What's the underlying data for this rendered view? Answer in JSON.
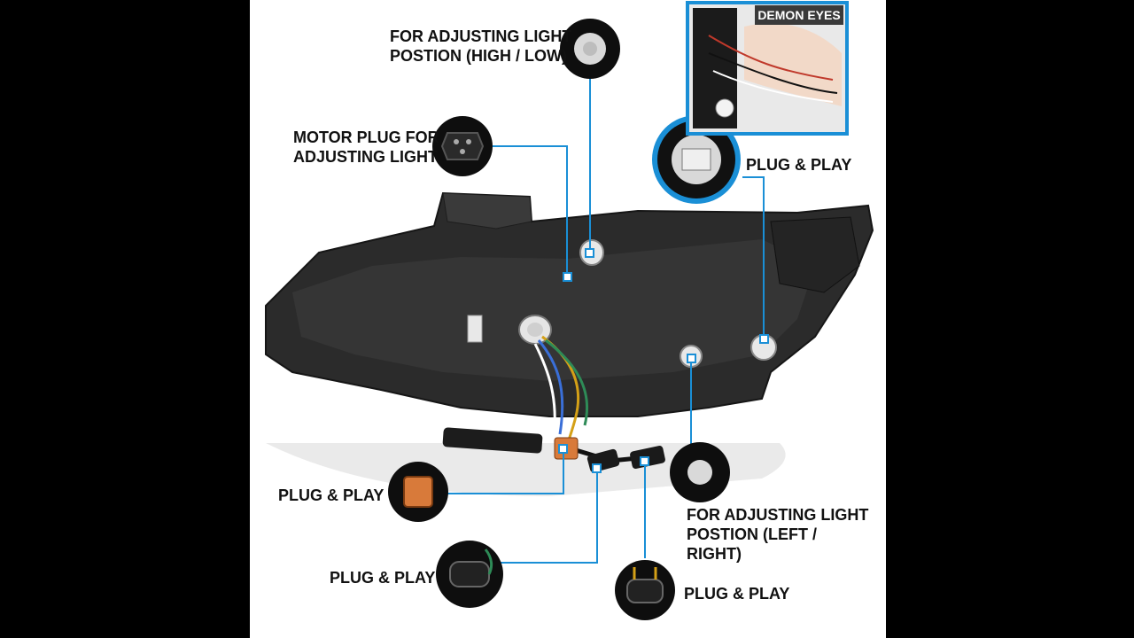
{
  "colors": {
    "background": "#000000",
    "panel": "#ffffff",
    "callout_line": "#1a8fd6",
    "housing": "#2b2b2b",
    "highlight_ring": "#1a8fd6"
  },
  "inset": {
    "badge": "DEMON EYES"
  },
  "callouts": {
    "high_low": "FOR ADJUSTING LIGHT\nPOSTION (HIGH / LOW)",
    "motor_plug": "MOTOR PLUG FOR\nADJUSTING LIGHT",
    "plug_play_top_right": "PLUG & PLAY",
    "plug_play_left": "PLUG & PLAY",
    "left_right": "FOR ADJUSTING LIGHT\nPOSTION (LEFT / RIGHT)",
    "plug_play_bottom_middle": "PLUG & PLAY",
    "plug_play_bottom_right": "PLUG & PLAY"
  }
}
